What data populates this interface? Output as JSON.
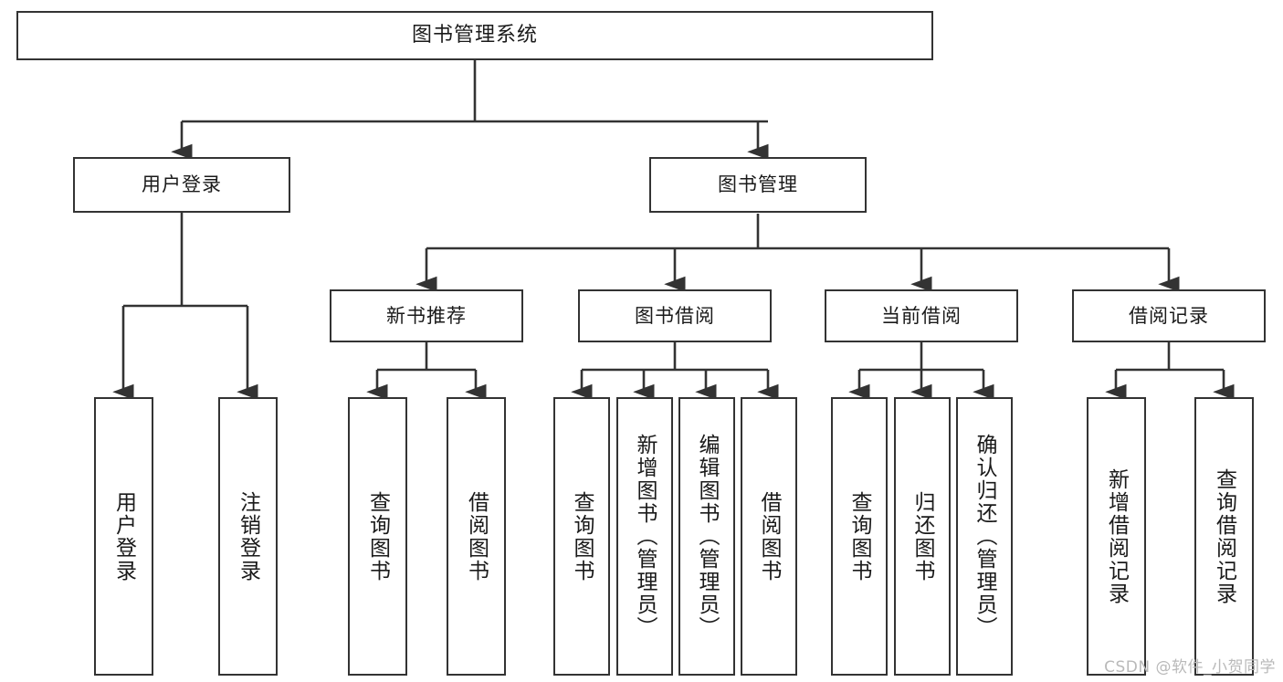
{
  "diagram": {
    "title": "图书管理系统",
    "type": "tree",
    "background": "#ffffff",
    "border_color": "#333333",
    "text_color": "#1a1a1a",
    "root": {
      "id": "root",
      "label": "图书管理系统"
    },
    "level2": [
      {
        "id": "user-login",
        "label": "用户登录"
      },
      {
        "id": "book-manage",
        "label": "图书管理"
      }
    ],
    "level3": [
      {
        "id": "new-book-recommend",
        "label": "新书推荐"
      },
      {
        "id": "book-borrow",
        "label": "图书借阅"
      },
      {
        "id": "current-borrow",
        "label": "当前借阅"
      },
      {
        "id": "borrow-record",
        "label": "借阅记录"
      }
    ],
    "leaves": [
      {
        "id": "leaf-user-login",
        "label": "用户登录",
        "parent": "user-login"
      },
      {
        "id": "leaf-logout-login",
        "label": "注销登录",
        "parent": "user-login"
      },
      {
        "id": "leaf-query-book-1",
        "label": "查询图书",
        "parent": "new-book-recommend"
      },
      {
        "id": "leaf-borrow-book-1",
        "label": "借阅图书",
        "parent": "new-book-recommend"
      },
      {
        "id": "leaf-query-book-2",
        "label": "查询图书",
        "parent": "book-borrow"
      },
      {
        "id": "leaf-add-book",
        "label": "新增图书（管理员）",
        "parent": "book-borrow"
      },
      {
        "id": "leaf-edit-book",
        "label": "编辑图书（管理员）",
        "parent": "book-borrow"
      },
      {
        "id": "leaf-borrow-book-2",
        "label": "借阅图书",
        "parent": "book-borrow"
      },
      {
        "id": "leaf-query-book-3",
        "label": "查询图书",
        "parent": "current-borrow"
      },
      {
        "id": "leaf-return-book",
        "label": "归还图书",
        "parent": "current-borrow"
      },
      {
        "id": "leaf-confirm-return",
        "label": "确认归还（管理员）",
        "parent": "current-borrow"
      },
      {
        "id": "leaf-add-record",
        "label": "新增借阅记录",
        "parent": "borrow-record"
      },
      {
        "id": "leaf-query-record",
        "label": "查询借阅记录",
        "parent": "borrow-record"
      }
    ]
  },
  "watermark": {
    "text": "CSDN @软件_小贺同学"
  }
}
